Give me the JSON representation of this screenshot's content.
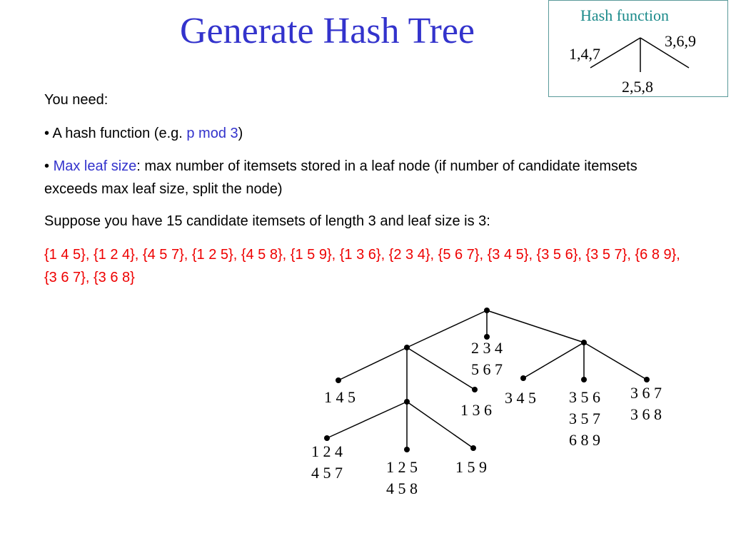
{
  "slide": {
    "title": "Generate Hash Tree"
  },
  "hash_function": {
    "title": "Hash function",
    "branch_left": "1,4,7",
    "branch_middle": "2,5,8",
    "branch_right": "3,6,9"
  },
  "content": {
    "you_need": "You need:",
    "bullet1_prefix": "• A hash function (e.g. ",
    "bullet1_highlight": "p mod 3",
    "bullet1_suffix": ")",
    "bullet2_prefix": "• ",
    "bullet2_highlight": "Max leaf size",
    "bullet2_text": ": max number of itemsets stored in a leaf node (if number of candidate itemsets exceeds max leaf size, split the node)",
    "suppose": "Suppose you have 15 candidate itemsets of length 3 and leaf size is 3:",
    "itemsets": "{1 4 5}, {1 2 4}, {4 5 7}, {1 2 5}, {4 5 8}, {1 5 9}, {1 3 6}, {2 3 4}, {5 6 7}, {3 4 5}, {3 5 6}, {3 5 7}, {6 8 9}, {3 6 7}, {3 6 8}"
  },
  "tree": {
    "leaves": [
      {
        "id": "145",
        "lines": [
          "1 4 5"
        ]
      },
      {
        "id": "124-457",
        "lines": [
          "1 2 4",
          "4 5 7"
        ]
      },
      {
        "id": "125-458",
        "lines": [
          "1 2 5",
          "4 5 8"
        ]
      },
      {
        "id": "159",
        "lines": [
          "1 5 9"
        ]
      },
      {
        "id": "136",
        "lines": [
          "1 3 6"
        ]
      },
      {
        "id": "234-567",
        "lines": [
          "2 3 4",
          "5 6 7"
        ]
      },
      {
        "id": "345",
        "lines": [
          "3 4 5"
        ]
      },
      {
        "id": "356-357-689",
        "lines": [
          "3 5 6",
          "3 5 7",
          "6 8 9"
        ]
      },
      {
        "id": "367-368",
        "lines": [
          "3 6 7",
          "3 6 8"
        ]
      }
    ]
  }
}
